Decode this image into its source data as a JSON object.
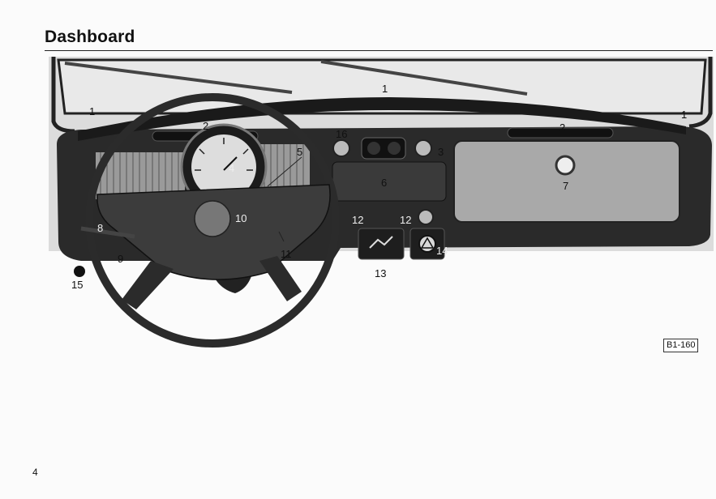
{
  "page": {
    "title": "Dashboard",
    "figure_code": "B1-160",
    "page_number": "4"
  },
  "figure": {
    "callouts": {
      "c1a": "1",
      "c1b": "1",
      "c1c": "1",
      "c2a": "2",
      "c2b": "2",
      "c3": "3",
      "c4": "4",
      "c5": "5",
      "c6": "6",
      "c7": "7",
      "c8": "8",
      "c9": "9",
      "c10": "10",
      "c11": "11",
      "c12a": "12",
      "c12b": "12",
      "c13": "13",
      "c14": "14",
      "c15": "15",
      "c16": "16"
    }
  }
}
